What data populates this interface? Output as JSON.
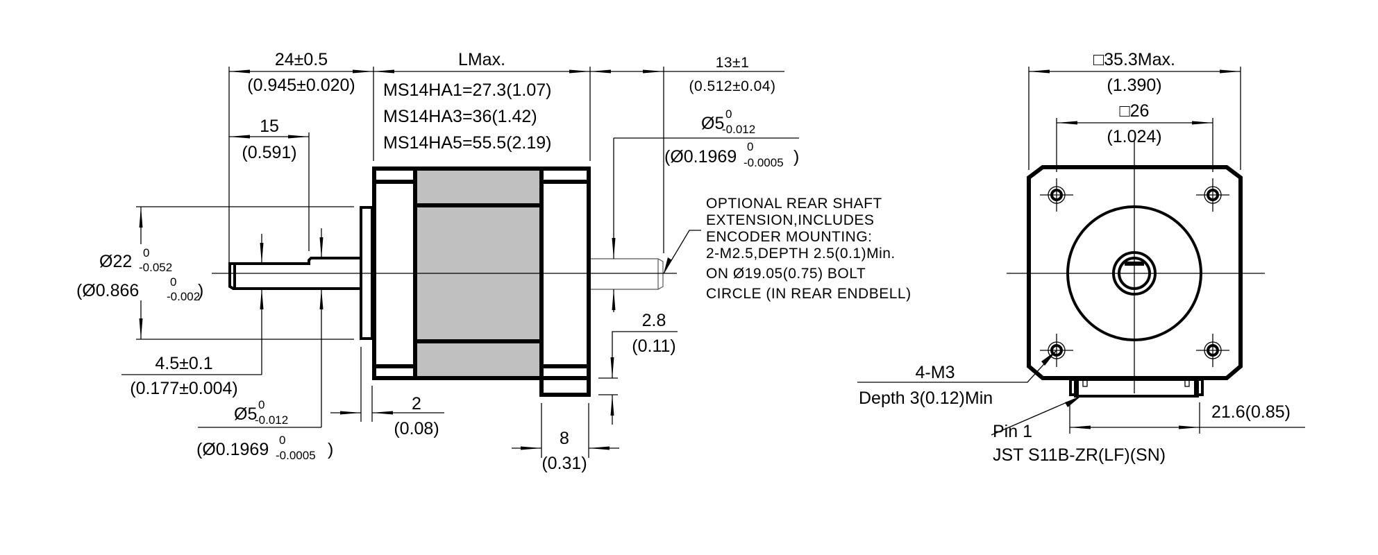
{
  "drawing": {
    "title": "MS14HA stepper motor dimension drawing",
    "side_view": {
      "dim_shaft_length": {
        "value": "24±0.5",
        "inch": "(0.945±0.020)"
      },
      "dim_flat_length": {
        "value": "15",
        "inch": "(0.591)"
      },
      "dim_body_length": {
        "label": "LMax."
      },
      "models": [
        {
          "text": "MS14HA1=27.3(1.07)"
        },
        {
          "text": "MS14HA3=36(1.42)"
        },
        {
          "text": "MS14HA5=55.5(2.19)"
        }
      ],
      "dim_rear_shaft": {
        "value": "13±1",
        "inch": "(0.512±0.04)"
      },
      "dim_rear_diameter": {
        "prefix": "Ø5",
        "upper": "0",
        "lower": "-0.012",
        "inch_prefix": "(Ø0.1969",
        "inch_upper": "0",
        "inch_lower": "-0.0005",
        "inch_suffix": ")"
      },
      "dim_pilot_diameter": {
        "prefix": "Ø22",
        "upper": "0",
        "lower": "-0.052",
        "inch_prefix": "(Ø0.866",
        "inch_upper": "0",
        "inch_lower": "-0.002",
        "inch_suffix": ")"
      },
      "dim_flat_depth": {
        "value": "4.5±0.1",
        "inch": "(0.177±0.004)"
      },
      "dim_front_diameter": {
        "prefix": "Ø5",
        "upper": "0",
        "lower": "-0.012",
        "inch_prefix": "(Ø0.1969",
        "inch_upper": "0",
        "inch_lower": "-0.0005",
        "inch_suffix": ")"
      },
      "dim_pilot_height": {
        "value": "2",
        "inch": "(0.08)"
      },
      "dim_endbell_width": {
        "value": "8",
        "inch": "(0.31)"
      },
      "dim_endbell_offset": {
        "value": "2.8",
        "inch": "(0.11)"
      },
      "note_rear_shaft": [
        "OPTIONAL REAR SHAFT",
        "EXTENSION,INCLUDES",
        "ENCODER MOUNTING:",
        "2-M2.5,DEPTH 2.5(0.1)Min.",
        "ON Ø19.05(0.75) BOLT",
        "CIRCLE (IN REAR ENDBELL)"
      ]
    },
    "front_view": {
      "dim_frame": {
        "value": "□35.3Max.",
        "inch": "(1.390)"
      },
      "dim_hole_spacing": {
        "value": "□26",
        "inch": "(1.024)"
      },
      "holes_note": {
        "value": "4-M3",
        "depth": "Depth 3(0.12)Min"
      },
      "connector_note": {
        "pin": "Pin 1",
        "part": "JST S11B-ZR(LF)(SN)"
      },
      "dim_connector": {
        "value": "21.6(0.85)"
      }
    },
    "colors": {
      "line": "#000000",
      "stator_fill": "#c0c0c0",
      "background": "#ffffff"
    }
  }
}
